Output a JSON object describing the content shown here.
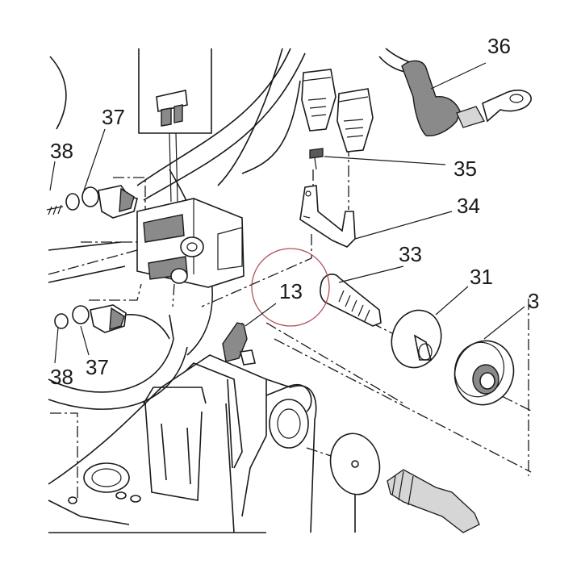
{
  "callouts": {
    "c36": "36",
    "c35": "35",
    "c34": "34",
    "c33": "33",
    "c31": "31",
    "c3": "3",
    "c13": "13",
    "c37a": "37",
    "c38a": "38",
    "c37b": "37",
    "c38b": "38"
  },
  "colors": {
    "ink": "#1a1a1a",
    "highlight_circle": "#b0505a",
    "part_fill": "#8a8a8a"
  }
}
